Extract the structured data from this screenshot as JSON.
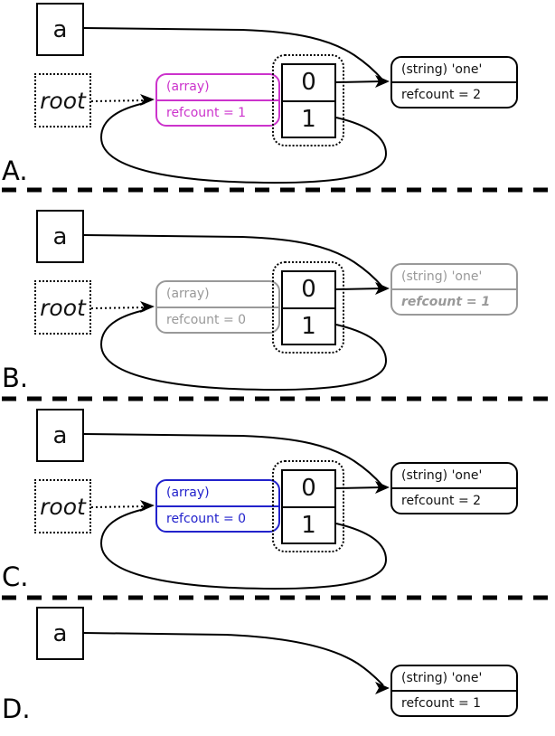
{
  "colors": {
    "array_highlight_panel_a": "#cc33cc",
    "array_highlight_panel_c": "#2222cc",
    "faded_gray": "#999999",
    "line_color": "#000000"
  },
  "panels": [
    {
      "label": "A.",
      "var": "a",
      "root": "root",
      "array": {
        "type": "(array)",
        "refcount": "refcount = 1"
      },
      "slots": [
        "0",
        "1"
      ],
      "string": {
        "type": "(string) 'one'",
        "refcount": "refcount = 2"
      }
    },
    {
      "label": "B.",
      "var": "a",
      "root": "root",
      "array": {
        "type": "(array)",
        "refcount": "refcount = 0"
      },
      "slots": [
        "0",
        "1"
      ],
      "string": {
        "type": "(string) 'one'",
        "refcount": "refcount = 1"
      }
    },
    {
      "label": "C.",
      "var": "a",
      "root": "root",
      "array": {
        "type": "(array)",
        "refcount": "refcount = 0"
      },
      "slots": [
        "0",
        "1"
      ],
      "string": {
        "type": "(string) 'one'",
        "refcount": "refcount = 2"
      }
    },
    {
      "label": "D.",
      "var": "a",
      "string": {
        "type": "(string) 'one'",
        "refcount": "refcount = 1"
      }
    }
  ]
}
